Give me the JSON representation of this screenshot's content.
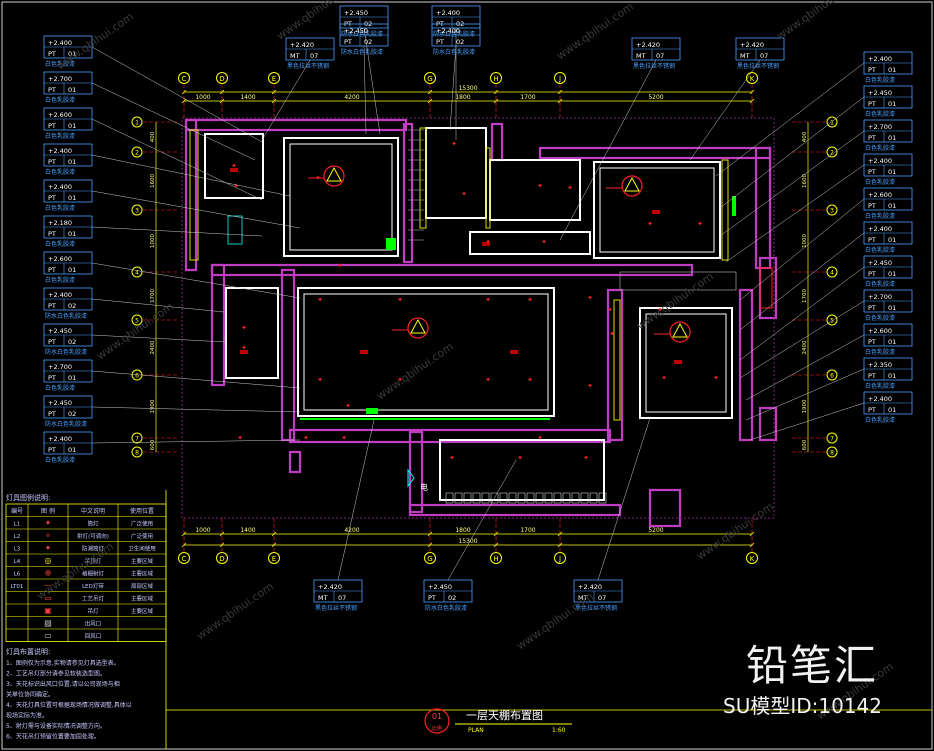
{
  "drawing": {
    "title": "一层天棚布置图",
    "subtitle": "PLAN",
    "number": "01",
    "number_label": "比例",
    "scale": "1:60"
  },
  "watermark": {
    "brand": "铅笔汇",
    "model_id": "SU模型ID:10142",
    "site": "www.qbihui.com"
  },
  "grid_top": {
    "letters": [
      "C",
      "D",
      "E",
      "G",
      "H",
      "J",
      "K"
    ],
    "dims": [
      "1000",
      "1400",
      "4200",
      "1800",
      "1700",
      "5200"
    ],
    "total": "15300"
  },
  "grid_bottom": {
    "letters": [
      "C",
      "D",
      "E",
      "G",
      "H",
      "J",
      "K"
    ],
    "dims": [
      "1000",
      "1400",
      "4200",
      "1800",
      "1700",
      "5200"
    ],
    "total": "15300"
  },
  "grid_left": {
    "numbers": [
      "1",
      "2",
      "3",
      "4",
      "5",
      "6",
      "7",
      "8"
    ],
    "dims": [
      "400",
      "1600",
      "1000",
      "1700",
      "2400",
      "1900",
      "600"
    ]
  },
  "grid_right": {
    "numbers": [
      "1",
      "2",
      "3",
      "4",
      "5",
      "6",
      "7",
      "8"
    ],
    "dims": [
      "400",
      "1600",
      "1000",
      "1700",
      "2400",
      "1900",
      "600"
    ]
  },
  "tags_left": [
    {
      "h": "+2.400",
      "code": "PT",
      "num": "01",
      "desc": "白色乳胶漆"
    },
    {
      "h": "+2.700",
      "code": "PT",
      "num": "01",
      "desc": "白色乳胶漆"
    },
    {
      "h": "+2.600",
      "code": "PT",
      "num": "01",
      "desc": "白色乳胶漆"
    },
    {
      "h": "+2.400",
      "code": "PT",
      "num": "01",
      "desc": "白色乳胶漆"
    },
    {
      "h": "+2.400",
      "code": "PT",
      "num": "01",
      "desc": "白色乳胶漆"
    },
    {
      "h": "+2.180",
      "code": "PT",
      "num": "01",
      "desc": "白色乳胶漆"
    },
    {
      "h": "+2.600",
      "code": "PT",
      "num": "01",
      "desc": "白色乳胶漆"
    },
    {
      "h": "+2.400",
      "code": "PT",
      "num": "02",
      "desc": "防水白色乳胶漆"
    },
    {
      "h": "+2.450",
      "code": "PT",
      "num": "02",
      "desc": "防水白色乳胶漆"
    },
    {
      "h": "+2.700",
      "code": "PT",
      "num": "01",
      "desc": "白色乳胶漆"
    },
    {
      "h": "+2.450",
      "code": "PT",
      "num": "02",
      "desc": "防水白色乳胶漆"
    },
    {
      "h": "+2.400",
      "code": "PT",
      "num": "01",
      "desc": "白色乳胶漆"
    }
  ],
  "tags_right": [
    {
      "h": "+2.400",
      "code": "PT",
      "num": "01",
      "desc": "白色乳胶漆"
    },
    {
      "h": "+2.450",
      "code": "PT",
      "num": "01",
      "desc": "白色乳胶漆"
    },
    {
      "h": "+2.700",
      "code": "PT",
      "num": "01",
      "desc": "白色乳胶漆"
    },
    {
      "h": "+2.400",
      "code": "PT",
      "num": "01",
      "desc": "白色乳胶漆"
    },
    {
      "h": "+2.600",
      "code": "PT",
      "num": "01",
      "desc": "白色乳胶漆"
    },
    {
      "h": "+2.400",
      "code": "PT",
      "num": "01",
      "desc": "白色乳胶漆"
    },
    {
      "h": "+2.450",
      "code": "PT",
      "num": "01",
      "desc": "白色乳胶漆"
    },
    {
      "h": "+2.700",
      "code": "PT",
      "num": "01",
      "desc": "白色乳胶漆"
    },
    {
      "h": "+2.600",
      "code": "PT",
      "num": "01",
      "desc": "白色乳胶漆"
    },
    {
      "h": "+2.350",
      "code": "PT",
      "num": "01",
      "desc": "白色乳胶漆"
    },
    {
      "h": "+2.400",
      "code": "PT",
      "num": "01",
      "desc": "白色乳胶漆"
    }
  ],
  "tags_top": [
    {
      "h": "+2.450",
      "code": "PT",
      "num": "02",
      "desc": "防水白色乳胶漆"
    },
    {
      "h": "+2.400",
      "code": "PT",
      "num": "02",
      "desc": "防水白色乳胶漆"
    },
    {
      "h": "+2.450",
      "code": "PT",
      "num": "02",
      "desc": "防水白色乳胶漆"
    },
    {
      "h": "+2.400",
      "code": "PT",
      "num": "02",
      "desc": "防水白色乳胶漆"
    },
    {
      "h": "+2.420",
      "code": "MT",
      "num": "07",
      "desc": "黑色拉丝不锈钢"
    },
    {
      "h": "+2.420",
      "code": "MT",
      "num": "07",
      "desc": "黑色拉丝不锈钢"
    },
    {
      "h": "+2.420",
      "code": "MT",
      "num": "07",
      "desc": "黑色拉丝不锈钢"
    }
  ],
  "tags_bottom": [
    {
      "h": "+2.420",
      "code": "MT",
      "num": "07",
      "desc": "黑色拉丝不锈钢"
    },
    {
      "h": "+2.450",
      "code": "PT",
      "num": "02",
      "desc": "防水白色乳胶漆"
    },
    {
      "h": "+2.420",
      "code": "MT",
      "num": "07",
      "desc": "黑色拉丝不锈钢"
    }
  ],
  "legend": {
    "title": "灯具图例说明:",
    "headers": [
      "编号",
      "图 例",
      "中文说明",
      "使用位置"
    ],
    "rows": [
      {
        "id": "L1",
        "name": "筒灯",
        "pos": "广泛使用"
      },
      {
        "id": "L2",
        "name": "射灯(可调向)",
        "pos": "广泛使用"
      },
      {
        "id": "L3",
        "name": "防潮筒灯",
        "pos": "卫生间使用"
      },
      {
        "id": "L4",
        "name": "吊顶灯",
        "pos": "主要区域"
      },
      {
        "id": "L6",
        "name": "格栅射灯",
        "pos": "主要区域"
      },
      {
        "id": "LT01",
        "name": "LED灯带",
        "pos": "局部区域"
      },
      {
        "id": "",
        "name": "工艺吊灯",
        "pos": "主要区域"
      },
      {
        "id": "",
        "name": "吊灯",
        "pos": "主要区域"
      },
      {
        "id": "",
        "name": "出风口",
        "pos": ""
      },
      {
        "id": "",
        "name": "回风口",
        "pos": ""
      }
    ]
  },
  "notes": {
    "title": "灯具布置说明:",
    "lines": [
      "1、图例仅为示意,实物请参见灯具选型表。",
      "2、工艺吊灯部分请参见软装选型图。",
      "3、天花标识出风口位置,请以公司现场与相",
      "关单位协同确定。",
      "4、天花灯具位置可根据现场情况做调整,具体以",
      "现场实际为准。",
      "5、射灯需与设备实际情况调整方向。",
      "6、天花吊灯预留位置要加固处理。"
    ]
  },
  "colors": {
    "background": "#000000",
    "wall": "#c03cc0",
    "ceiling": "#ffffff",
    "axis": "#ffff00",
    "dim": "#ffff00",
    "tag": "#4aa0ff",
    "leader": "#c8c8c8",
    "light_red": "#ff2020",
    "green": "#00ff00",
    "cyan": "#00ffff",
    "legend_border": "#ffff00",
    "legend_text": "#c8c8ff"
  },
  "icons": [
    "downlight-icon",
    "spotlight-icon",
    "moisture-downlight-icon",
    "ceiling-lamp-icon",
    "grille-spotlight-icon",
    "led-strip-icon",
    "pendant-lamp-icon",
    "air-outlet-icon",
    "return-air-icon"
  ]
}
